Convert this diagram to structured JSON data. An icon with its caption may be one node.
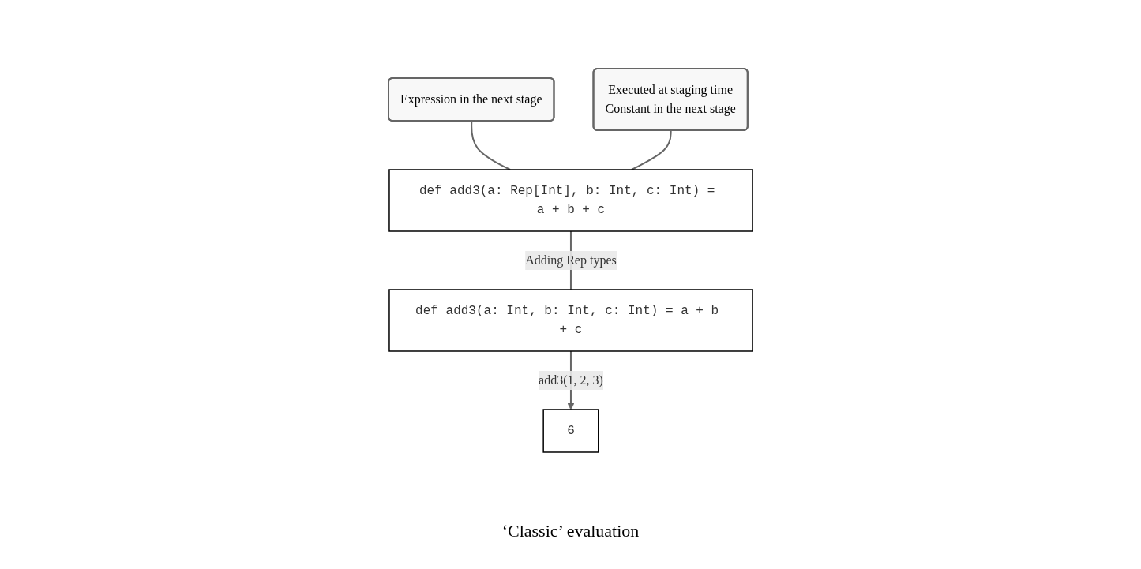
{
  "diagram": {
    "nodes": [
      {
        "text": [
          "def add3(a: Rep[Int], b: Int, c: Int) = a + b + c"
        ]
      },
      {
        "text": [
          "Expression in the next stage"
        ]
      },
      {
        "text": [
          "Executed at staging time",
          "Constant in the next stage"
        ]
      },
      {
        "text": [
          "def add3(a: Int, b: Int, c: Int) = a + b + c"
        ]
      },
      {
        "text": [
          "6"
        ]
      }
    ],
    "edges": [
      {
        "from": 1,
        "to": 0,
        "arrow": "none"
      },
      {
        "from": 2,
        "to": 0,
        "arrow": "none"
      },
      {
        "from": 0,
        "to": 3,
        "arrow": "none",
        "label": "Adding Rep types"
      },
      {
        "from": 3,
        "to": 4,
        "arrow": "to",
        "label": "add3(1, 2, 3)"
      }
    ],
    "labels": [
      "‘Classic’ evaluation"
    ]
  }
}
